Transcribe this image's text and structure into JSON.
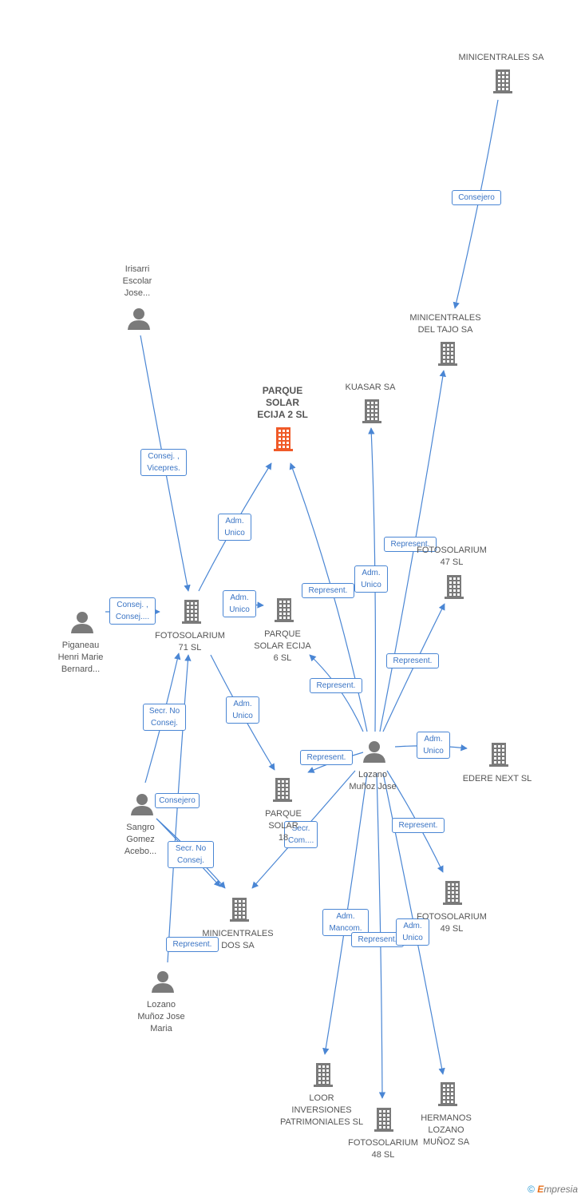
{
  "colors": {
    "node": "#7a7a7a",
    "focus": "#f05a28",
    "edge": "#4a86d4"
  },
  "nodes": [
    {
      "id": "minicentrales_sa",
      "type": "company",
      "label": "MINICENTRALES SA"
    },
    {
      "id": "minicentrales_tajo",
      "type": "company",
      "label": "MINICENTRALES\nDEL TAJO SA"
    },
    {
      "id": "irisarri",
      "type": "person",
      "label": "Irisarri\nEscolar\nJose..."
    },
    {
      "id": "parque_ecija2",
      "type": "company",
      "focus": true,
      "label": "PARQUE\nSOLAR\nECIJA 2 SL"
    },
    {
      "id": "kuasar",
      "type": "company",
      "label": "KUASAR SA"
    },
    {
      "id": "fotosolarium47",
      "type": "company",
      "label": "FOTOSOLARIUM\n47 SL"
    },
    {
      "id": "fotosolarium71",
      "type": "company",
      "label": "FOTOSOLARIUM\n71 SL"
    },
    {
      "id": "parque_ecija6",
      "type": "company",
      "label": "PARQUE\nSOLAR ECIJA\n6 SL"
    },
    {
      "id": "piganeau",
      "type": "person",
      "label": "Piganeau\nHenri Marie\nBernard..."
    },
    {
      "id": "lozano_jose",
      "type": "person",
      "label": "Lozano\nMuñoz Jose"
    },
    {
      "id": "edere",
      "type": "company",
      "label": "EDERE NEXT SL"
    },
    {
      "id": "parque18",
      "type": "company",
      "label": "PARQUE\nSOLAR\n18"
    },
    {
      "id": "sangro",
      "type": "person",
      "label": "Sangro\nGomez\nAcebo..."
    },
    {
      "id": "fotosolarium49",
      "type": "company",
      "label": "FOTOSOLARIUM\n49 SL"
    },
    {
      "id": "minicentrales_dos",
      "type": "company",
      "label": "MINICENTRALES\nDOS SA"
    },
    {
      "id": "lozano_maria",
      "type": "person",
      "label": "Lozano\nMuñoz Jose\nMaria"
    },
    {
      "id": "loor",
      "type": "company",
      "label": "LOOR\nINVERSIONES\nPATRIMONIALES SL"
    },
    {
      "id": "fotosolarium48",
      "type": "company",
      "label": "FOTOSOLARIUM\n48 SL"
    },
    {
      "id": "hermanos",
      "type": "company",
      "label": "HERMANOS\nLOZANO\nMUÑOZ SA"
    }
  ],
  "edges": [
    {
      "from": "minicentrales_sa",
      "to": "minicentrales_tajo",
      "label": "Consejero"
    },
    {
      "from": "irisarri",
      "to": "fotosolarium71",
      "label": "Consej. ,\nVicepres."
    },
    {
      "from": "fotosolarium71",
      "to": "parque_ecija2",
      "label": "Adm.\nUnico"
    },
    {
      "from": "piganeau",
      "to": "fotosolarium71",
      "label": "Consej. ,\nConsej...."
    },
    {
      "from": "lozano_jose",
      "to": "parque_ecija2",
      "label": "Represent."
    },
    {
      "from": "lozano_jose",
      "to": "kuasar",
      "label": "Adm.\nUnico"
    },
    {
      "from": "lozano_jose",
      "to": "minicentrales_tajo",
      "label": "Represent."
    },
    {
      "from": "lozano_jose",
      "to": "fotosolarium47",
      "label": "Represent."
    },
    {
      "from": "lozano_jose",
      "to": "parque_ecija6",
      "label": "Represent."
    },
    {
      "from": "lozano_jose",
      "to": "edere",
      "label": "Adm.\nUnico"
    },
    {
      "from": "lozano_jose",
      "to": "parque18",
      "label": "Represent."
    },
    {
      "from": "lozano_jose",
      "to": "fotosolarium49",
      "label": "Represent."
    },
    {
      "from": "lozano_jose",
      "to": "minicentrales_dos",
      "label": "Secr.\nCom...."
    },
    {
      "from": "lozano_jose",
      "to": "loor",
      "label": "Adm.\nMancom."
    },
    {
      "from": "lozano_jose",
      "to": "fotosolarium48",
      "label": "Represent."
    },
    {
      "from": "lozano_jose",
      "to": "hermanos",
      "label": "Adm.\nUnico"
    },
    {
      "from": "fotosolarium71",
      "to": "parque18",
      "label": "Adm.\nUnico"
    },
    {
      "from": "fotosolarium71",
      "to": "parque_ecija6",
      "label": "Adm.\nUnico"
    },
    {
      "from": "sangro",
      "to": "fotosolarium71",
      "label": "Secr. No\nConsej."
    },
    {
      "from": "sangro",
      "to": "minicentrales_dos",
      "label": "Consejero"
    },
    {
      "from": "sangro",
      "to": "minicentrales_dos",
      "label": "Secr. No\nConsej."
    },
    {
      "from": "lozano_maria",
      "to": "fotosolarium71",
      "label": "Represent."
    }
  ],
  "footer": {
    "copyright": "©",
    "brand_e": "E",
    "brand_rest": "mpresia"
  }
}
